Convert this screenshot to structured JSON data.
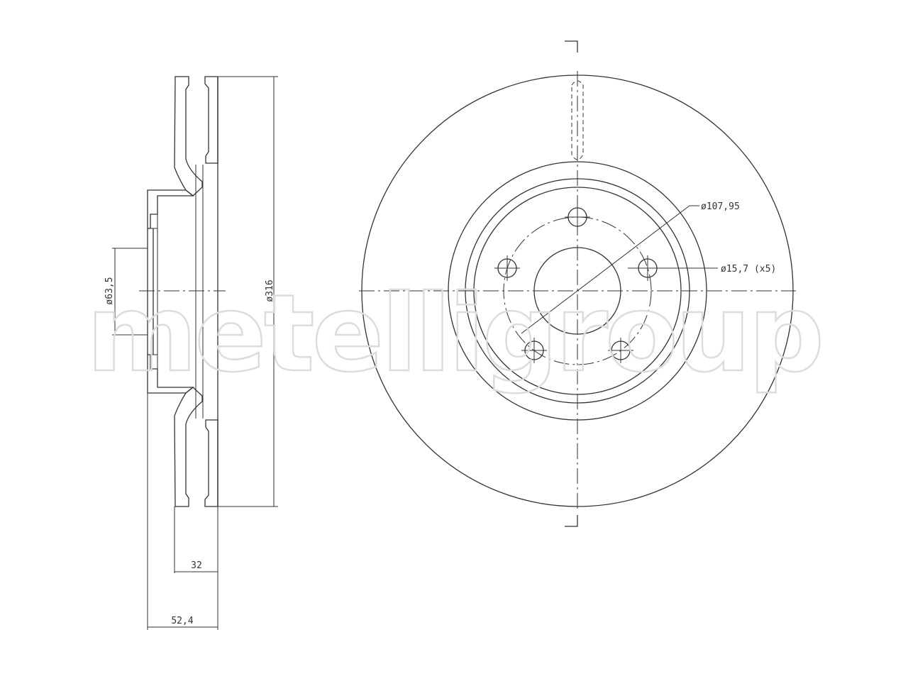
{
  "watermark": {
    "text": "metelligroup"
  },
  "dimensions": {
    "overall_diameter": "ø316",
    "center_bore": "ø63,5",
    "bolt_circle": "ø107,95",
    "bolt_hole": "ø15,7 (x5)",
    "disc_thickness": "32",
    "overall_height": "52,4"
  },
  "colors": {
    "line": "#333333",
    "hatch": "#444444",
    "watermark": "#dcdcdc",
    "background": "#ffffff"
  }
}
